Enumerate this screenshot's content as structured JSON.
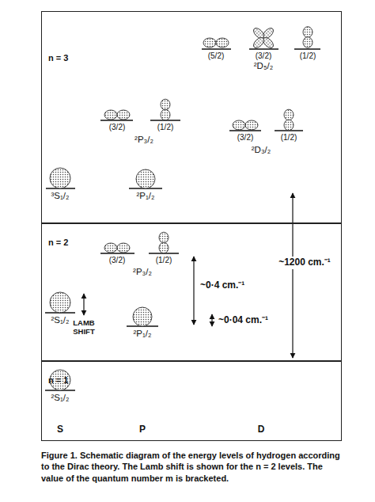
{
  "diagram": {
    "caption": "Figure 1. Schematic diagram of the energy levels of hydrogen according to the Dirac theory. The Lamb shift is shown for the n = 2 levels. The value of the quantum number m is bracketed.",
    "nodes": [
      {
        "text": [
          "n = 3"
        ]
      },
      {
        "text": [
          "n = 2"
        ]
      },
      {
        "text": [
          "n = 1"
        ]
      }
    ],
    "labels": [
      "(5/2)",
      "(3/2)",
      "(1/2)",
      "²D₅/₂",
      "(3/2)",
      "(1/2)",
      "²P₃/₂",
      "(3/2)",
      "(1/2)",
      "²D₃/₂",
      "³S₁/₂",
      "²P₁/₂",
      "~1200 cm.⁻¹",
      "(3/2)",
      "(1/2)",
      "²P₃/₂",
      "~0·4 cm.⁻¹",
      "²S₁/₂",
      "LAMB SHIFT",
      "~0·04 cm.⁻¹",
      "²P₁/₂",
      "²S₁/₂",
      "S",
      "P",
      "D"
    ]
  }
}
